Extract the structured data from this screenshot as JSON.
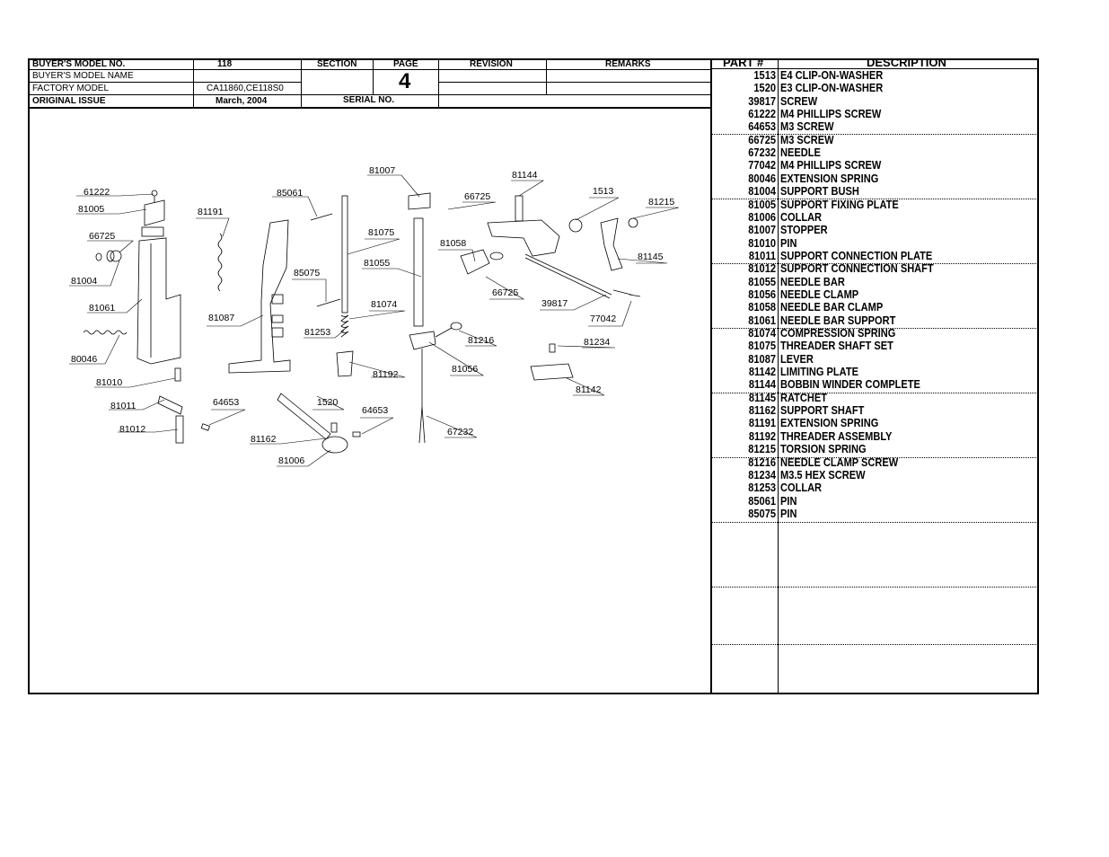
{
  "header": {
    "buyer_model_no_label": "BUYER'S MODEL NO.",
    "buyer_model_no": "118",
    "section_label": "SECTION",
    "page_label": "PAGE",
    "revision_label": "REVISION",
    "remarks_label": "REMARKS",
    "buyer_model_name_label": "BUYER'S MODEL NAME",
    "factory_model_label": "FACTORY MODEL",
    "factory_model": "CA11860,CE118S0",
    "original_issue_label": "ORIGINAL ISSUE",
    "original_issue": "March, 2004",
    "serial_no_label": "SERIAL NO.",
    "page_number": "4"
  },
  "parts_list": {
    "part_header": "PART #",
    "description_header": "DESCRIPTION",
    "rows": [
      {
        "part": "1513",
        "description": "E4 CLIP-ON-WASHER"
      },
      {
        "part": "1520",
        "description": "E3 CLIP-ON-WASHER"
      },
      {
        "part": "39817",
        "description": "SCREW"
      },
      {
        "part": "61222",
        "description": "M4 PHILLIPS SCREW"
      },
      {
        "part": "64653",
        "description": "M3 SCREW"
      },
      {
        "part": "66725",
        "description": "M3 SCREW"
      },
      {
        "part": "67232",
        "description": "NEEDLE"
      },
      {
        "part": "77042",
        "description": "M4 PHILLIPS SCREW"
      },
      {
        "part": "80046",
        "description": "EXTENSION SPRING"
      },
      {
        "part": "81004",
        "description": "SUPPORT BUSH"
      },
      {
        "part": "81005",
        "description": "SUPPORT FIXING PLATE"
      },
      {
        "part": "81006",
        "description": "COLLAR"
      },
      {
        "part": "81007",
        "description": "STOPPER"
      },
      {
        "part": "81010",
        "description": "PIN"
      },
      {
        "part": "81011",
        "description": "SUPPORT CONNECTION PLATE"
      },
      {
        "part": "81012",
        "description": "SUPPORT CONNECTION SHAFT"
      },
      {
        "part": "81055",
        "description": "NEEDLE BAR"
      },
      {
        "part": "81056",
        "description": "NEEDLE CLAMP"
      },
      {
        "part": "81058",
        "description": "NEEDLE BAR CLAMP"
      },
      {
        "part": "81061",
        "description": "NEEDLE BAR SUPPORT"
      },
      {
        "part": "81074",
        "description": "COMPRESSION SPRING"
      },
      {
        "part": "81075",
        "description": "THREADER SHAFT SET"
      },
      {
        "part": "81087",
        "description": "LEVER"
      },
      {
        "part": "81142",
        "description": "LIMITING PLATE"
      },
      {
        "part": "81144",
        "description": "BOBBIN WINDER COMPLETE"
      },
      {
        "part": "81145",
        "description": "RATCHET"
      },
      {
        "part": "81162",
        "description": "SUPPORT SHAFT"
      },
      {
        "part": "81191",
        "description": "EXTENSION SPRING"
      },
      {
        "part": "81192",
        "description": "THREADER ASSEMBLY"
      },
      {
        "part": "81215",
        "description": "TORSION SPRING"
      },
      {
        "part": "81216",
        "description": "NEEDLE CLAMP SCREW"
      },
      {
        "part": "81234",
        "description": "M3.5 HEX SCREW"
      },
      {
        "part": "81253",
        "description": "COLLAR"
      },
      {
        "part": "85061",
        "description": "PIN"
      },
      {
        "part": "85075",
        "description": "PIN"
      }
    ]
  },
  "diagram": {
    "callouts": [
      {
        "id": "c61222",
        "text": "61222"
      },
      {
        "id": "c81005",
        "text": "81005"
      },
      {
        "id": "c66725a",
        "text": "66725"
      },
      {
        "id": "c81004",
        "text": "81004"
      },
      {
        "id": "c81061",
        "text": "81061"
      },
      {
        "id": "c80046",
        "text": "80046"
      },
      {
        "id": "c81010",
        "text": "81010"
      },
      {
        "id": "c81011",
        "text": "81011"
      },
      {
        "id": "c81012",
        "text": "81012"
      },
      {
        "id": "c81191",
        "text": "81191"
      },
      {
        "id": "c81087",
        "text": "81087"
      },
      {
        "id": "c64653a",
        "text": "64653"
      },
      {
        "id": "c85061",
        "text": "85061"
      },
      {
        "id": "c85075",
        "text": "85075"
      },
      {
        "id": "c81253",
        "text": "81253"
      },
      {
        "id": "c1520",
        "text": "1520"
      },
      {
        "id": "c81162",
        "text": "81162"
      },
      {
        "id": "c81006",
        "text": "81006"
      },
      {
        "id": "c64653b",
        "text": "64653"
      },
      {
        "id": "c81007",
        "text": "81007"
      },
      {
        "id": "c81075",
        "text": "81075"
      },
      {
        "id": "c81055",
        "text": "81055"
      },
      {
        "id": "c81074",
        "text": "81074"
      },
      {
        "id": "c81192",
        "text": "81192"
      },
      {
        "id": "c81144",
        "text": "81144"
      },
      {
        "id": "c66725b",
        "text": "66725"
      },
      {
        "id": "c81058",
        "text": "81058"
      },
      {
        "id": "c66725c",
        "text": "66725"
      },
      {
        "id": "c1513",
        "text": "1513"
      },
      {
        "id": "c81215",
        "text": "81215"
      },
      {
        "id": "c81145",
        "text": "81145"
      },
      {
        "id": "c39817",
        "text": "39817"
      },
      {
        "id": "c77042",
        "text": "77042"
      },
      {
        "id": "c81216",
        "text": "81216"
      },
      {
        "id": "c81056",
        "text": "81056"
      },
      {
        "id": "c81234",
        "text": "81234"
      },
      {
        "id": "c81142",
        "text": "81142"
      },
      {
        "id": "c67232",
        "text": "67232"
      }
    ]
  }
}
